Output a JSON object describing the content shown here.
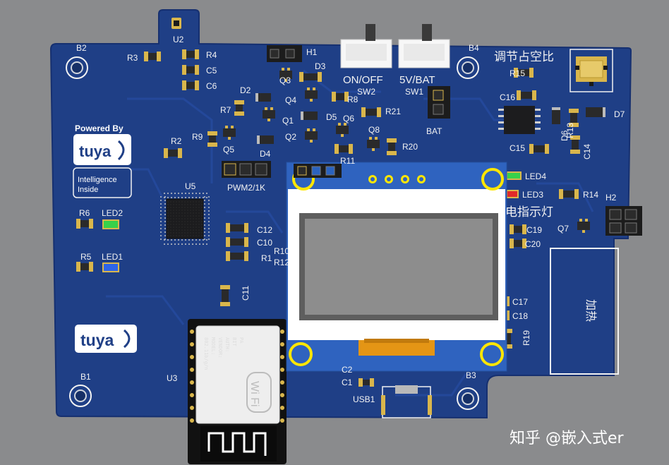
{
  "colors": {
    "background": "#8a8b8d",
    "board": "#1f3f86",
    "board_edge": "#163070",
    "trace": "#24489a",
    "silkscreen": "#f2f2f2",
    "pad": "#d9b64c",
    "oled_frame": "#ffffff",
    "oled_screen": "#8d8d8d",
    "oled_pcb": "#2f63bf",
    "led_green": "#37d14a",
    "led_red": "#e02a2a",
    "led_blue": "#2f65e8"
  },
  "board": {
    "top_labels": {
      "b2": "B2",
      "u2": "U2",
      "r3": "R3",
      "r4": "R4",
      "c5": "C5",
      "c6": "C6",
      "h1": "H1",
      "d3": "D3",
      "q3": "Q3",
      "d2": "D2",
      "r8": "R8",
      "q4": "Q4",
      "r7": "R7",
      "q1": "Q1",
      "d5": "D5",
      "q6": "Q6",
      "r21": "R21",
      "q2": "Q2",
      "r9": "R9",
      "q8": "Q8",
      "q5": "Q5",
      "d4": "D4",
      "r11": "R11",
      "r20": "R20",
      "r2": "R2",
      "pwm": "PWM2/1K",
      "sw2": "SW2",
      "sw1": "SW1",
      "bat": "BAT",
      "b4": "B4",
      "r15": "R15",
      "c16": "C16",
      "d6": "D6",
      "r13": "R13",
      "c14": "C14",
      "d7": "D7",
      "c15": "C15",
      "led4": "LED4",
      "led3": "LED3",
      "r14": "R14",
      "h2": "H2",
      "q7": "Q7",
      "c19": "C19",
      "c20": "C20",
      "u5": "U5",
      "r6": "R6",
      "led2": "LED2",
      "r5": "R5",
      "led1": "LED1",
      "c12": "C12",
      "c10": "C10",
      "r10": "R10",
      "r1": "R1",
      "r12": "R12",
      "c11": "C11",
      "c17": "C17",
      "c18": "C18",
      "r19": "R19",
      "b1": "B1",
      "u3": "U3",
      "c2": "C2",
      "c1": "C1",
      "usb1": "USB1",
      "b3": "B3"
    },
    "onoff": "ON/OFF",
    "volt": "5V/BAT",
    "duty_cycle": "调节占空比",
    "indicator": "电指示灯",
    "heat": "加热",
    "powered_by": "Powered By",
    "brand": "tuya",
    "intelligence": "Intelligence",
    "inside": "Inside",
    "module_wifi": "Wi Fi",
    "module_text": [
      "MODEL:",
      "VENDOR:",
      "AUTH:",
      "BIT",
      "PA",
      "802.11b/g/n"
    ]
  },
  "watermark": "知乎 @嵌入式er"
}
